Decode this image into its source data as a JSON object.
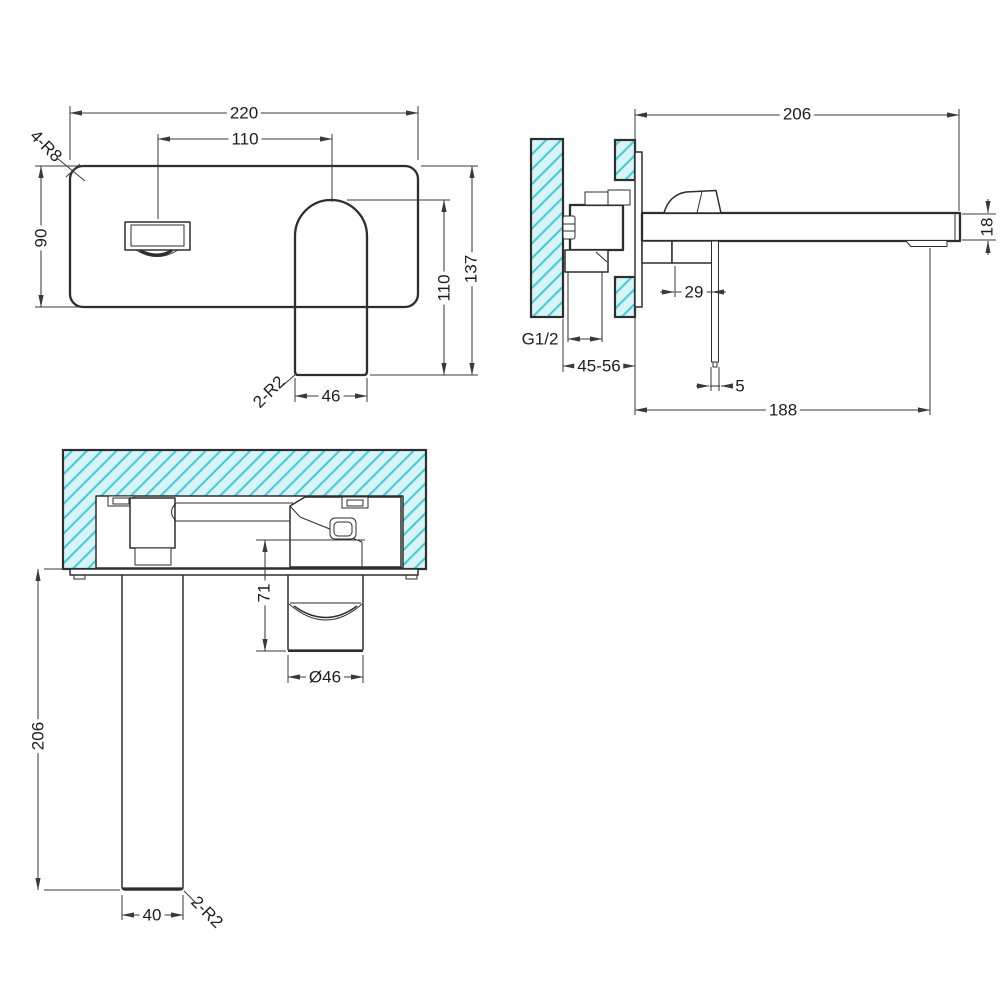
{
  "document": {
    "type": "technical-dimension-drawing",
    "subject": "wall-mounted basin mixer tap, three orthographic views"
  },
  "views": {
    "front": {
      "label": "front-elevation",
      "dims": {
        "plate_width": "220",
        "spout_to_handle": "110",
        "plate_corner_radius": "4-R8",
        "plate_height": "90",
        "overall_height": "137",
        "handle_height": "110",
        "handle_width": "46",
        "handle_corner_radius": "2-R2"
      }
    },
    "side": {
      "label": "side-section",
      "dims": {
        "spout_reach": "206",
        "spout_thickness": "18",
        "lever_offset": "29",
        "inlet_thread": "G1/2",
        "install_depth": "45-56",
        "lever_thickness": "5",
        "outlet_distance": "188"
      }
    },
    "plan": {
      "label": "plan-section",
      "dims": {
        "handle_projection": "71",
        "handle_diameter": "Ø46",
        "spout_projection": "206",
        "spout_width": "40",
        "spout_corner_radius": "2-R2"
      }
    }
  },
  "colors": {
    "line": "#2e2e2e",
    "hatch_fill": "#d9f4f6",
    "hatch_line": "#43ccd5",
    "background": "#ffffff"
  }
}
